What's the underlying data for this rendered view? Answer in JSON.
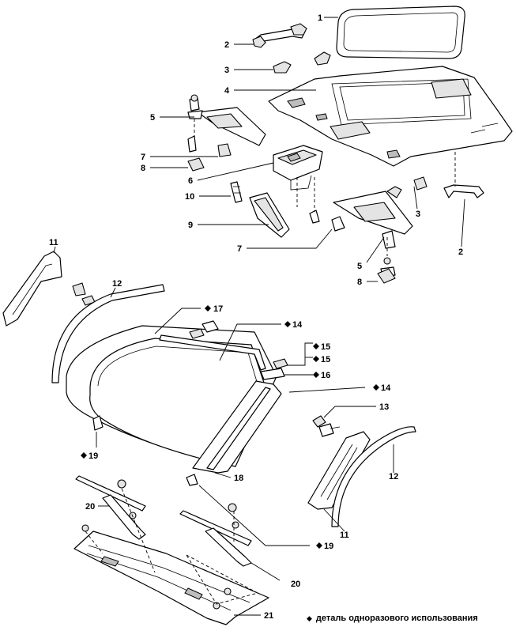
{
  "callouts": {
    "c1": "1",
    "c2a": "2",
    "c2b": "2",
    "c3a": "3",
    "c3b": "3",
    "c4": "4",
    "c5a": "5",
    "c5b": "5",
    "c6": "6",
    "c7a": "7",
    "c7b": "7",
    "c8a": "8",
    "c8b": "8",
    "c9": "9",
    "c10": "10",
    "c11a": "11",
    "c11b": "11",
    "c12a": "12",
    "c12b": "12",
    "c13": "13",
    "c14a": "14",
    "c14b": "14",
    "c15a": "15",
    "c15b": "15",
    "c16": "16",
    "c17": "17",
    "c18": "18",
    "c19a": "19",
    "c19b": "19",
    "c20a": "20",
    "c20b": "20",
    "c21": "21"
  },
  "legend": {
    "marker": "◆",
    "text": "деталь одноразового использования"
  }
}
